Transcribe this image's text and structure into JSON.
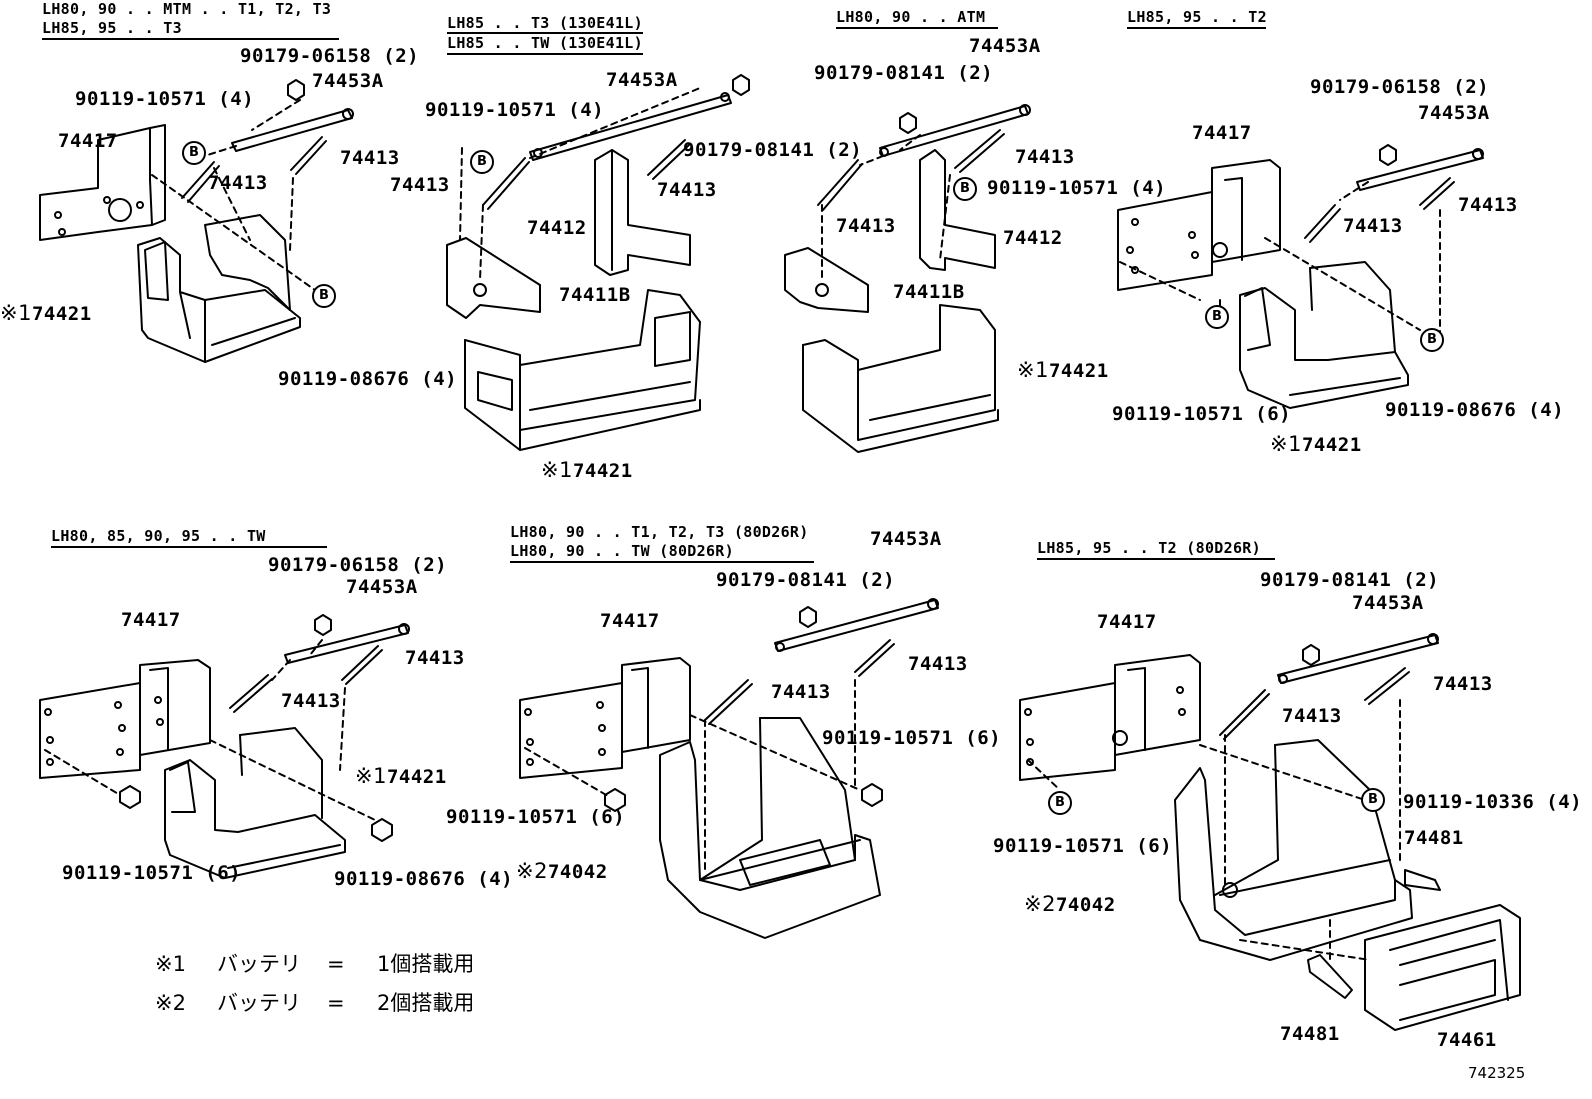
{
  "groups": [
    {
      "headers": [
        "LH80, 90 . . MTM . . T1, T2, T3",
        "LH85, 95 . . T3"
      ]
    },
    {
      "headers": [
        "LH85 . . T3 (130E41L)",
        "LH85 . . TW (130E41L)"
      ]
    },
    {
      "headers": [
        "LH80, 90 . . ATM"
      ]
    },
    {
      "headers": [
        "LH85, 95 . . T2"
      ]
    },
    {
      "headers": [
        "LH80, 85, 90, 95 . . TW"
      ]
    },
    {
      "headers": [
        "LH80, 90 . . T1, T2, T3 (80D26R)",
        "LH80, 90 . . TW (80D26R)"
      ]
    },
    {
      "headers": [
        "LH85, 95 . . T2 (80D26R)"
      ]
    }
  ],
  "parts": {
    "p74453A": "74453A",
    "p74413": "74413",
    "p74417": "74417",
    "p74412": "74412",
    "p74411B": "74411B",
    "p74421": "74421",
    "p74042": "74042",
    "p74481": "74481",
    "p74461": "74461",
    "b06158": "90179-06158 (2)",
    "b08141": "90179-08141 (2)",
    "b10571_4": "90119-10571 (4)",
    "b10571_6": "90119-10571 (6)",
    "b08676": "90119-08676 (4)",
    "b10336": "90119-10336 (4)"
  },
  "marks": {
    "m1": "※1",
    "m2": "※2",
    "bolt": "B"
  },
  "notes": [
    {
      "mark": "※1",
      "label": "バッテリ",
      "eq": "=",
      "value": "1個搭載用"
    },
    {
      "mark": "※2",
      "label": "バッテリ",
      "eq": "=",
      "value": "2個搭載用"
    }
  ],
  "catalog_number": "742325"
}
